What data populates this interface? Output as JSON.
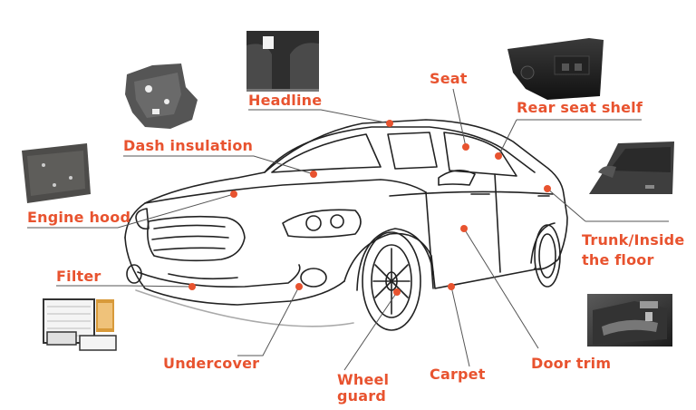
{
  "accent_color": "#e8532f",
  "line_color": "#222222",
  "parts": [
    {
      "id": "headline",
      "label": "Headline"
    },
    {
      "id": "dash-insulation",
      "label": "Dash insulation"
    },
    {
      "id": "engine-hood",
      "label": "Engine hood"
    },
    {
      "id": "filter",
      "label": "Filter"
    },
    {
      "id": "undercover",
      "label": "Undercover"
    },
    {
      "id": "wheel-guard",
      "label": "Wheel\nguard"
    },
    {
      "id": "carpet",
      "label": "Carpet"
    },
    {
      "id": "door-trim",
      "label": "Door trim"
    },
    {
      "id": "trunk-floor",
      "label": "Trunk/Inside\nthe floor"
    },
    {
      "id": "rear-seat-shelf",
      "label": "Rear seat shelf"
    },
    {
      "id": "seat",
      "label": "Seat"
    }
  ],
  "thumbnails": [
    {
      "id": "headline-photo",
      "icon": "headliner-panel-icon"
    },
    {
      "id": "dash-insulation-photo",
      "icon": "insulation-mat-icon"
    },
    {
      "id": "engine-hood-photo",
      "icon": "hood-insulator-icon"
    },
    {
      "id": "filter-photo",
      "icon": "air-filter-icon"
    },
    {
      "id": "rear-seat-shelf-photo",
      "icon": "parcel-shelf-icon"
    },
    {
      "id": "trunk-floor-photo",
      "icon": "trunk-floor-panel-icon"
    },
    {
      "id": "door-trim-photo",
      "icon": "door-panel-icon"
    }
  ]
}
